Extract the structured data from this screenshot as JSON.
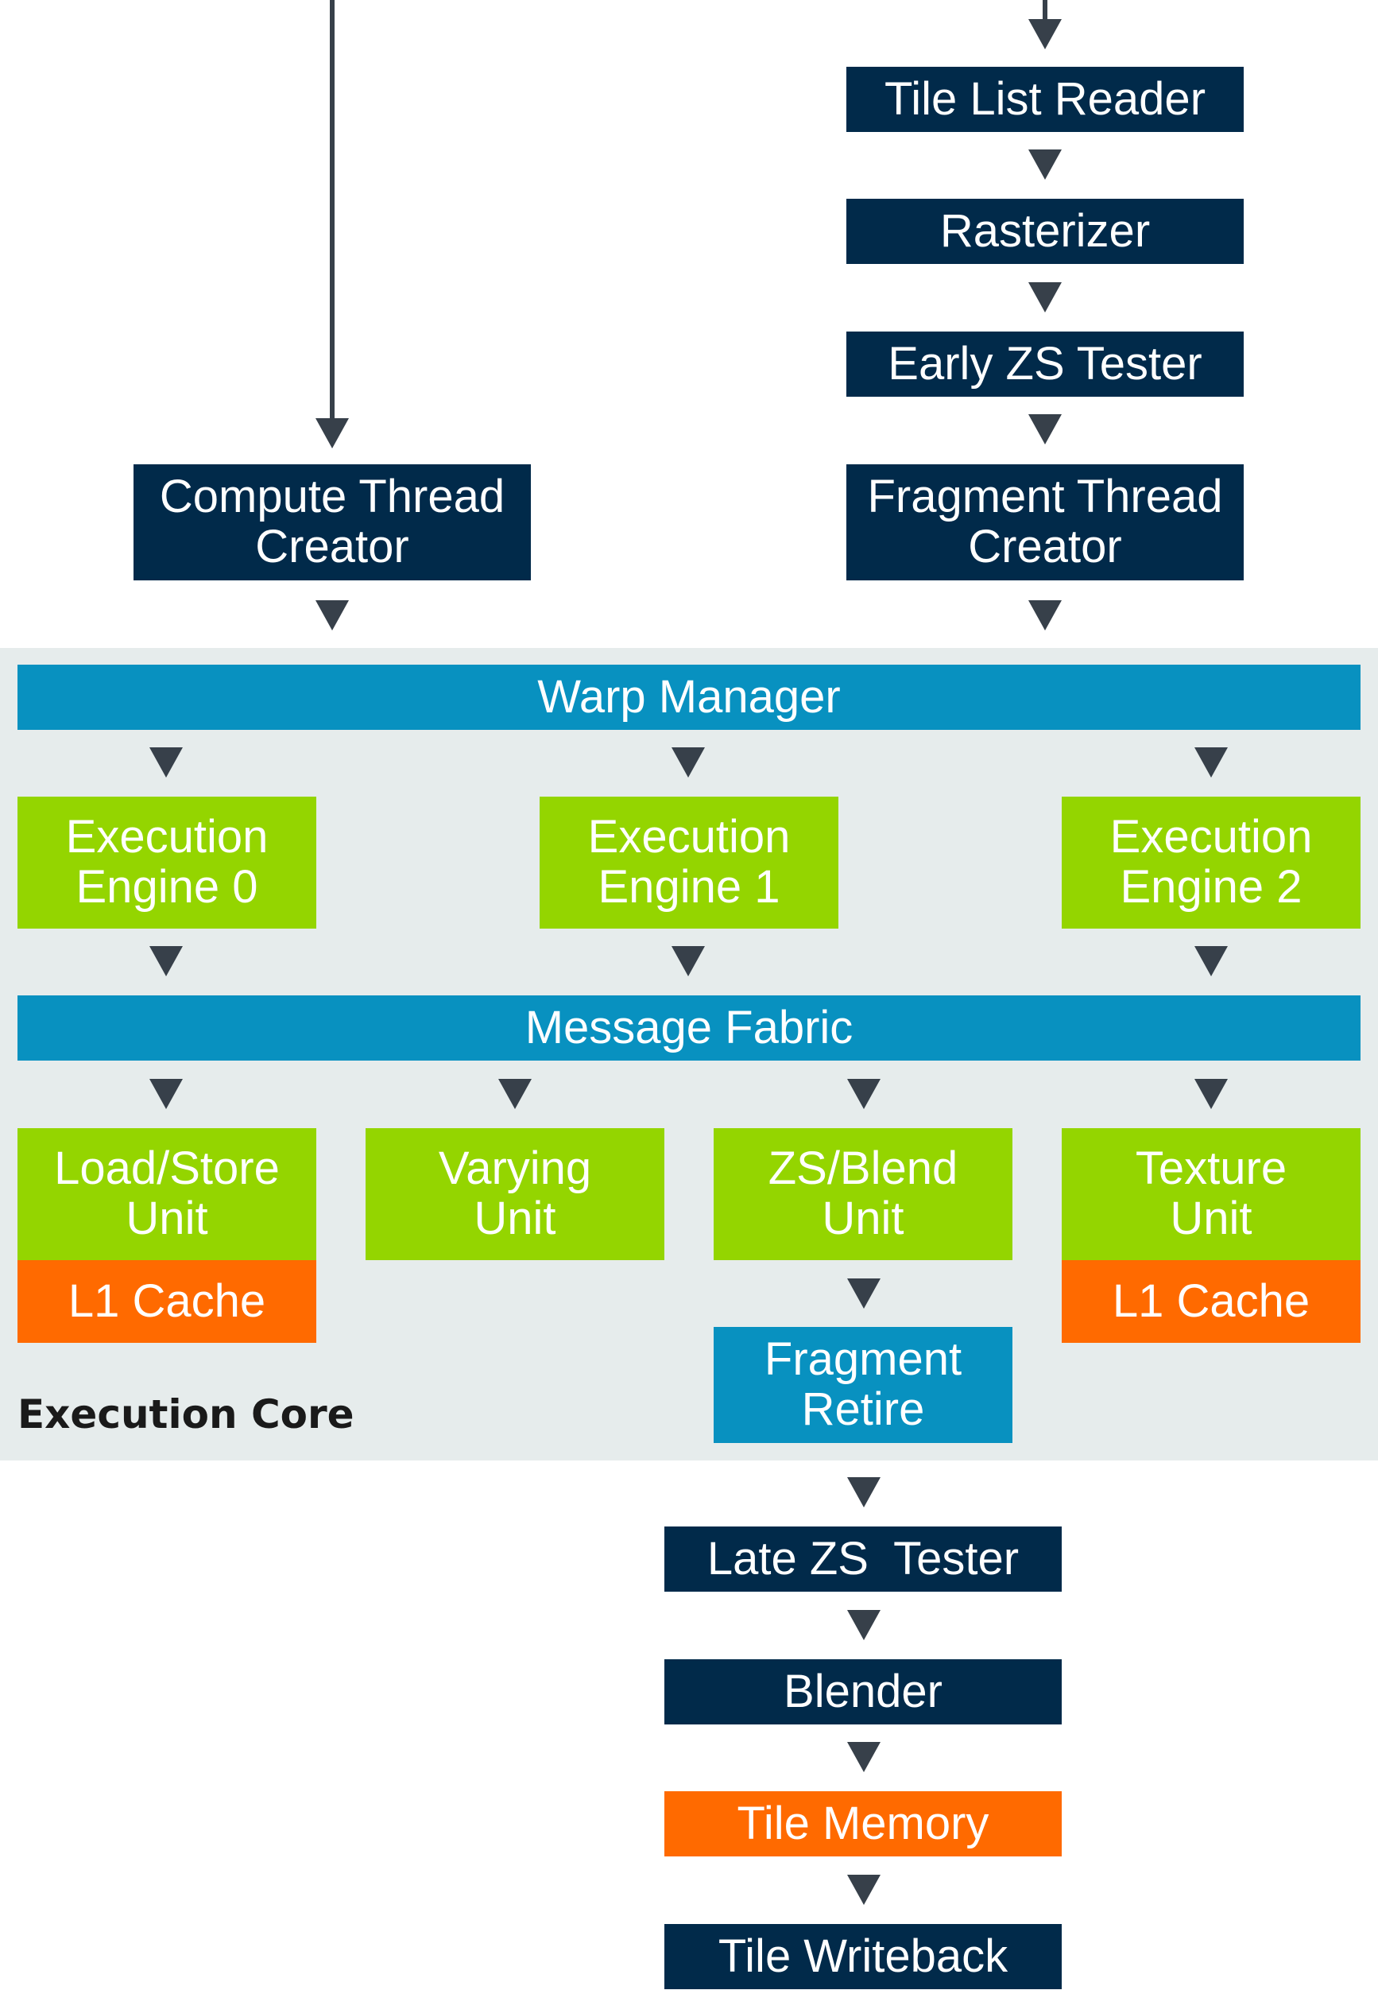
{
  "nodes": {
    "tile_list_reader": "Tile List Reader",
    "rasterizer": "Rasterizer",
    "early_zs_tester": "Early ZS Tester",
    "compute_thread_creator": "Compute Thread\nCreator",
    "fragment_thread_creator": "Fragment Thread\nCreator",
    "warp_manager": "Warp Manager",
    "execution_engine_0": "Execution\nEngine 0",
    "execution_engine_1": "Execution\nEngine 1",
    "execution_engine_2": "Execution\nEngine 2",
    "message_fabric": "Message Fabric",
    "load_store_unit": "Load/Store\nUnit",
    "varying_unit": "Varying\nUnit",
    "zs_blend_unit": "ZS/Blend\nUnit",
    "texture_unit": "Texture\nUnit",
    "l1_cache_left": "L1 Cache",
    "l1_cache_right": "L1 Cache",
    "fragment_retire": "Fragment\nRetire",
    "late_zs_tester": "Late ZS  Tester",
    "blender": "Blender",
    "tile_memory": "Tile Memory",
    "tile_writeback": "Tile Writeback"
  },
  "execution_core_label": "Execution Core",
  "colors": {
    "navy": "#012a4a",
    "blue": "#0891c0",
    "green": "#94d500",
    "orange": "#ff6a00",
    "core_background": "#e6ecec",
    "arrow": "#37404a"
  }
}
